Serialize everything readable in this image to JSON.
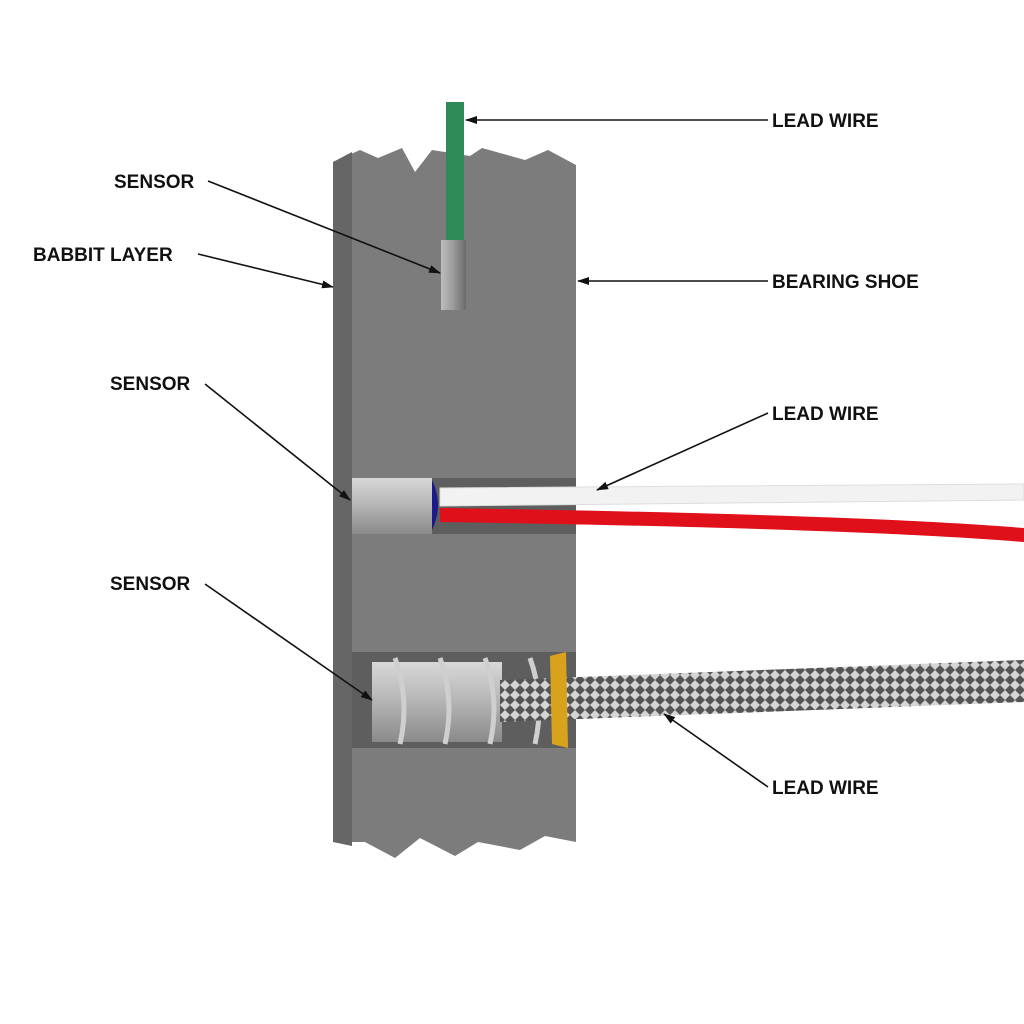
{
  "labels": {
    "lead_wire_top": "LEAD WIRE",
    "sensor_top": "SENSOR",
    "babbit_layer": "BABBIT LAYER",
    "bearing_shoe": "BEARING SHOE",
    "sensor_middle": "SENSOR",
    "lead_wire_middle": "LEAD WIRE",
    "sensor_bottom": "SENSOR",
    "lead_wire_bottom": "LEAD WIRE"
  },
  "colors": {
    "bearing_shoe": "#7a7a7a",
    "babbit_layer": "#676767",
    "lead_wire_top": "#2e8b57",
    "lead_wire_white": "#f2f2f2",
    "lead_wire_red": "#e0101a",
    "clip": "#d9a21c"
  }
}
